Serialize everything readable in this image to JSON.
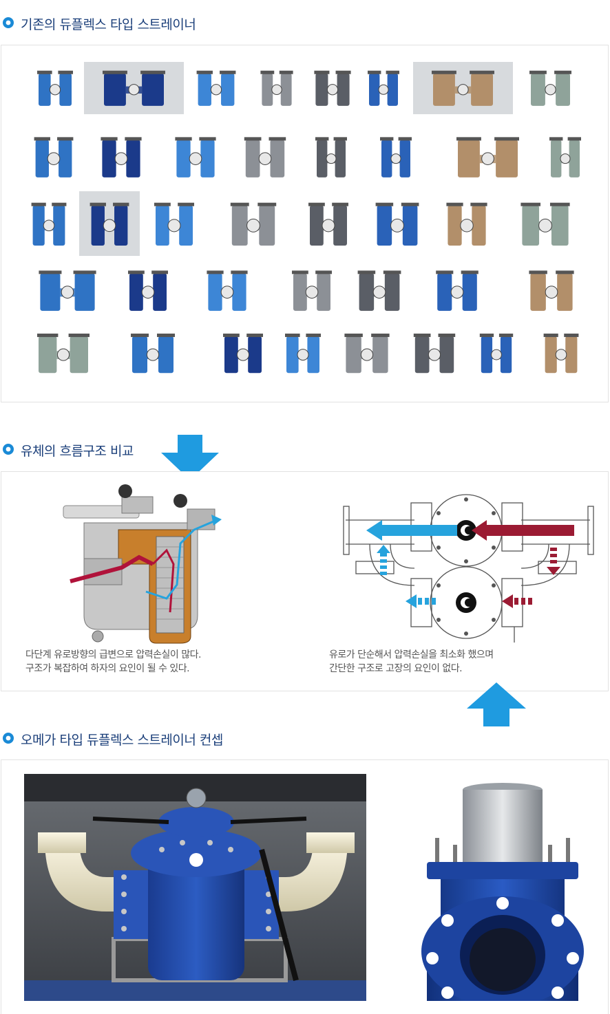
{
  "sections": {
    "existing": {
      "title": "기존의 듀플렉스 타입 스트레이너"
    },
    "flow": {
      "title": "유체의 흐름구조 비교",
      "left_caption": [
        "다단계 유로방향의 급변으로 압력손실이 많다.",
        "구조가 복잡하여 하자의 요인이 될 수 있다."
      ],
      "right_caption": [
        "유로가 단순해서 압력손실을 최소화 했으며",
        "간단한 구조로 고장의 요인이 없다."
      ]
    },
    "concept": {
      "title": "오메가 타입 듀플렉스 스트레이너 컨셉"
    }
  },
  "colors": {
    "title_text": "#1b3f7a",
    "icon_blue": "#1a8ad6",
    "arrow_blue": "#1f9be0",
    "flow_blue": "#26a3dd",
    "flow_red": "#9b1b33",
    "strainer_blue": "#2f73c4",
    "strainer_navy": "#1b3a8a"
  },
  "icons": {
    "section": "location-pin-icon",
    "arrow_down": "arrow-down-icon",
    "arrow_up": "arrow-up-icon"
  }
}
